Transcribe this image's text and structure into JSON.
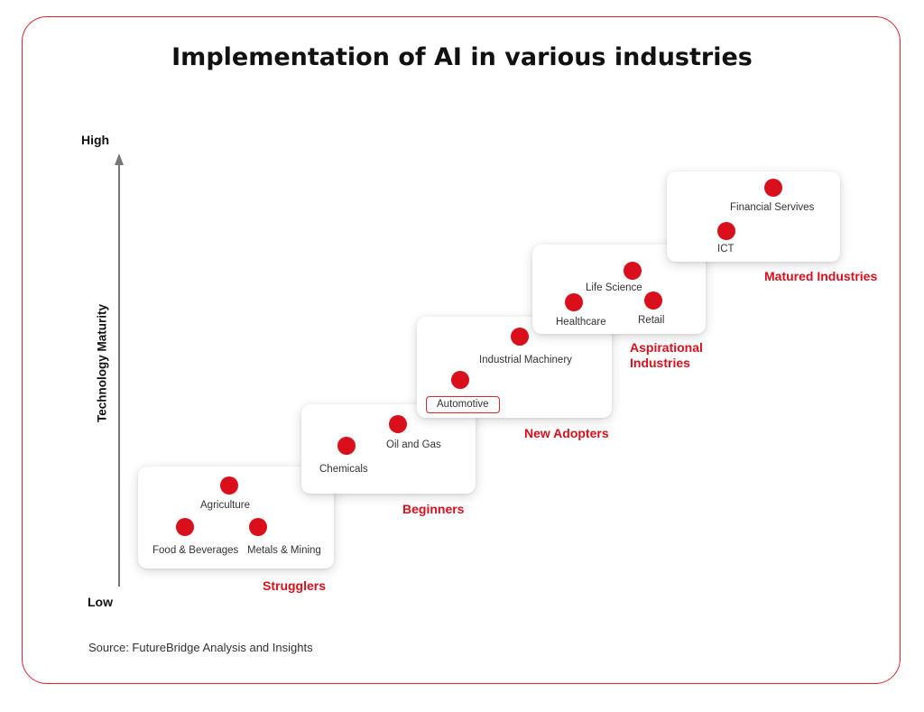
{
  "title": "Implementation of AI in various industries",
  "axis": {
    "high": "High",
    "low": "Low",
    "label": "Technology Maturity"
  },
  "groups": {
    "strugglers": {
      "label": "Strugglers",
      "items": [
        "Agriculture",
        "Food & Beverages",
        "Metals & Mining"
      ]
    },
    "beginners": {
      "label": "Beginners",
      "items": [
        "Oil and Gas",
        "Chemicals"
      ]
    },
    "new_adopters": {
      "label": "New Adopters",
      "items": [
        "Industrial Machinery",
        "Automotive"
      ]
    },
    "aspirational": {
      "label": "Aspirational Industries",
      "items": [
        "Life Science",
        "Healthcare",
        "Retail"
      ]
    },
    "matured": {
      "label": "Matured Industries",
      "items": [
        "Financial Servives",
        "ICT"
      ]
    }
  },
  "source": "Source: FutureBridge Analysis and Insights",
  "colors": {
    "accent": "#d90f1c",
    "border": "#d9252f",
    "axis": "#777777"
  }
}
